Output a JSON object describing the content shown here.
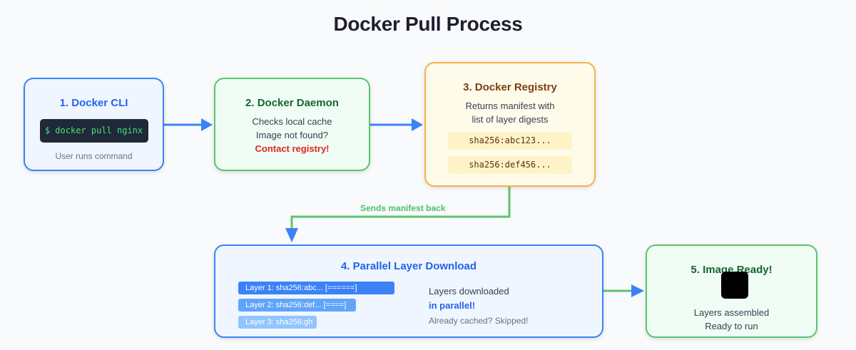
{
  "title": "Docker Pull Process",
  "colors": {
    "blue": "#3b82f6",
    "green": "#5cc46e",
    "orange": "#f6b24a",
    "red": "#dc2626"
  },
  "nodes": {
    "cli": {
      "title": "1. Docker CLI",
      "command": "$ docker pull nginx",
      "caption": "User runs command"
    },
    "daemon": {
      "title": "2. Docker Daemon",
      "lines": [
        "Checks local cache",
        "Image not found?"
      ],
      "alert": "Contact registry!"
    },
    "registry": {
      "title": "3. Docker Registry",
      "lines": [
        "Returns manifest with",
        "list of layer digests"
      ],
      "digests": [
        "sha256:abc123...",
        "sha256:def456..."
      ]
    },
    "download": {
      "title": "4. Parallel Layer Download",
      "layers": [
        {
          "label": "Layer 1: sha256:abc... [======]",
          "progress": 1.0
        },
        {
          "label": "Layer 2: sha256:def... [====]",
          "progress": 0.75
        },
        {
          "label": "Layer 3: sha256:gh",
          "progress": 0.5
        }
      ],
      "note_line1": "Layers downloaded",
      "note_line2": "in parallel!",
      "note_line3": "Already cached? Skipped!"
    },
    "ready": {
      "title": "5. Image Ready!",
      "icon": "package-icon",
      "lines": [
        "Layers assembled",
        "Ready to run"
      ]
    }
  },
  "edges": {
    "manifest_label": "Sends manifest back"
  }
}
